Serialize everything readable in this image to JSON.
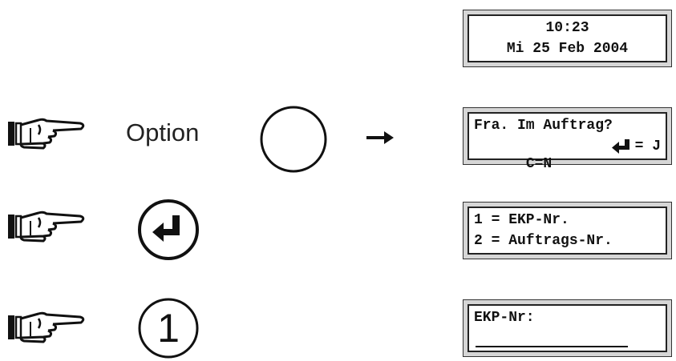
{
  "step1": {
    "display": {
      "line1": "10:23",
      "line2": "Mi 25 Feb 2004"
    }
  },
  "step2": {
    "icon": "pointing-hand-icon",
    "label": "Option",
    "key": "empty-circle-key",
    "arrow": "right-arrow-icon",
    "display": {
      "line1": "Fra. Im Auftrag?",
      "line2_left": "C=N",
      "line2_right": "= J",
      "enter_symbol": "enter-icon"
    }
  },
  "step3": {
    "icon": "pointing-hand-icon",
    "key": "enter-key",
    "display": {
      "line1": "1 = EKP-Nr.",
      "line2": "2 = Auftrags-Nr."
    }
  },
  "step4": {
    "icon": "pointing-hand-icon",
    "key_label": "1",
    "display": {
      "line1": "EKP-Nr:"
    }
  },
  "colors": {
    "ink": "#111111",
    "panel": "#d6d6d6"
  }
}
